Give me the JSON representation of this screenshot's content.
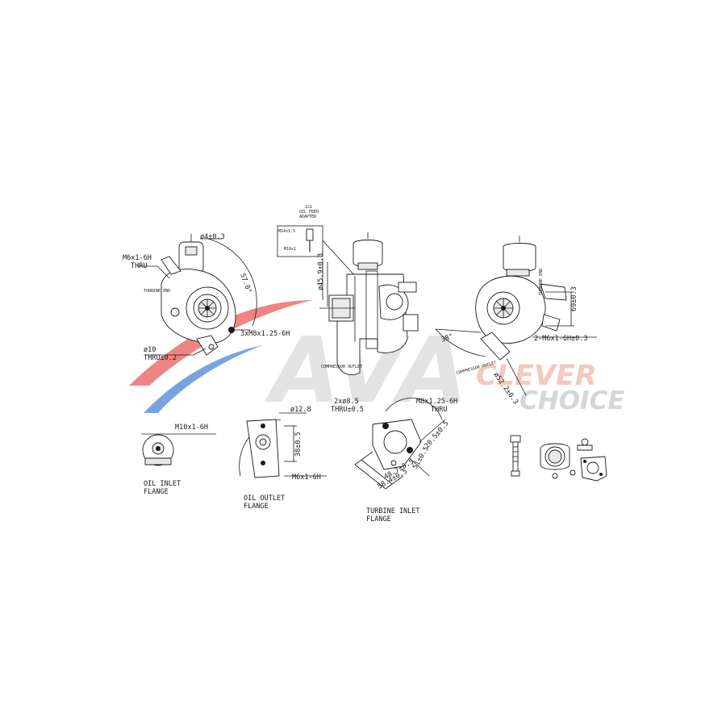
{
  "watermark": {
    "logo_text": "AVA",
    "clever": "CLEVER",
    "choice": "CHOICE",
    "colors": {
      "logo_gray": "#d9d9d9",
      "red": "#e85b5b",
      "blue": "#4a86d6",
      "orange_text": "#f3c9c0",
      "choice_text": "#d6d6d6"
    }
  },
  "labels": {
    "oil_feed_line1": "2x1",
    "oil_feed_line2": "OIL FEED",
    "oil_feed_line3": "ADAPTER",
    "m14x1_5": "M14x1.5",
    "m10x1_top": "M10x1",
    "phi4": "ø4±0.3",
    "m6x1_6h_top": "M6x1-6H",
    "thru_top": "THRU",
    "turbine_end_left": "TURBINE END",
    "angle_57": "57.0°",
    "m8_three": "3xM8x1.25-6H",
    "phi10": "ø10",
    "thru_phi10": "THRU±0.2",
    "phi45": "ø45.9±0.3",
    "turbine_end_right": "TURBINE END",
    "angle_38": "38°",
    "m6_two": "2-M6x1-6H±0.3",
    "dim_69": "69±0.3",
    "phi52": "ø52.2±0.3",
    "compressor_out_mid": "COMPRESSOR OUTLET",
    "compressor_out_right": "COMPRESSOR OUTLET",
    "m10x1_6h": "M10x1-6H",
    "oil_inlet_1": "OIL INLET",
    "oil_inlet_2": "FLANGE",
    "phi12_8": "ø12.8",
    "dim_38": "38±0.5",
    "m6x1_6h_bottom": "M6x1-6H",
    "oil_outlet_1": "OIL OUTLET",
    "oil_outlet_2": "FLANGE",
    "two_phi8_5": "2xø8.5",
    "thru_phi8_5": "THRU±0.5",
    "m8x1_25": "M8x1.25-6H",
    "thru_m8": "THRU",
    "dim_20_5": "20.5±0.5",
    "dim_51": "51±0.5",
    "dim_48_7": "48.7±0.5",
    "dim_58_4": "58.4±0.5",
    "turbine_inlet_1": "TURBINE INLET",
    "turbine_inlet_2": "FLANGE"
  }
}
